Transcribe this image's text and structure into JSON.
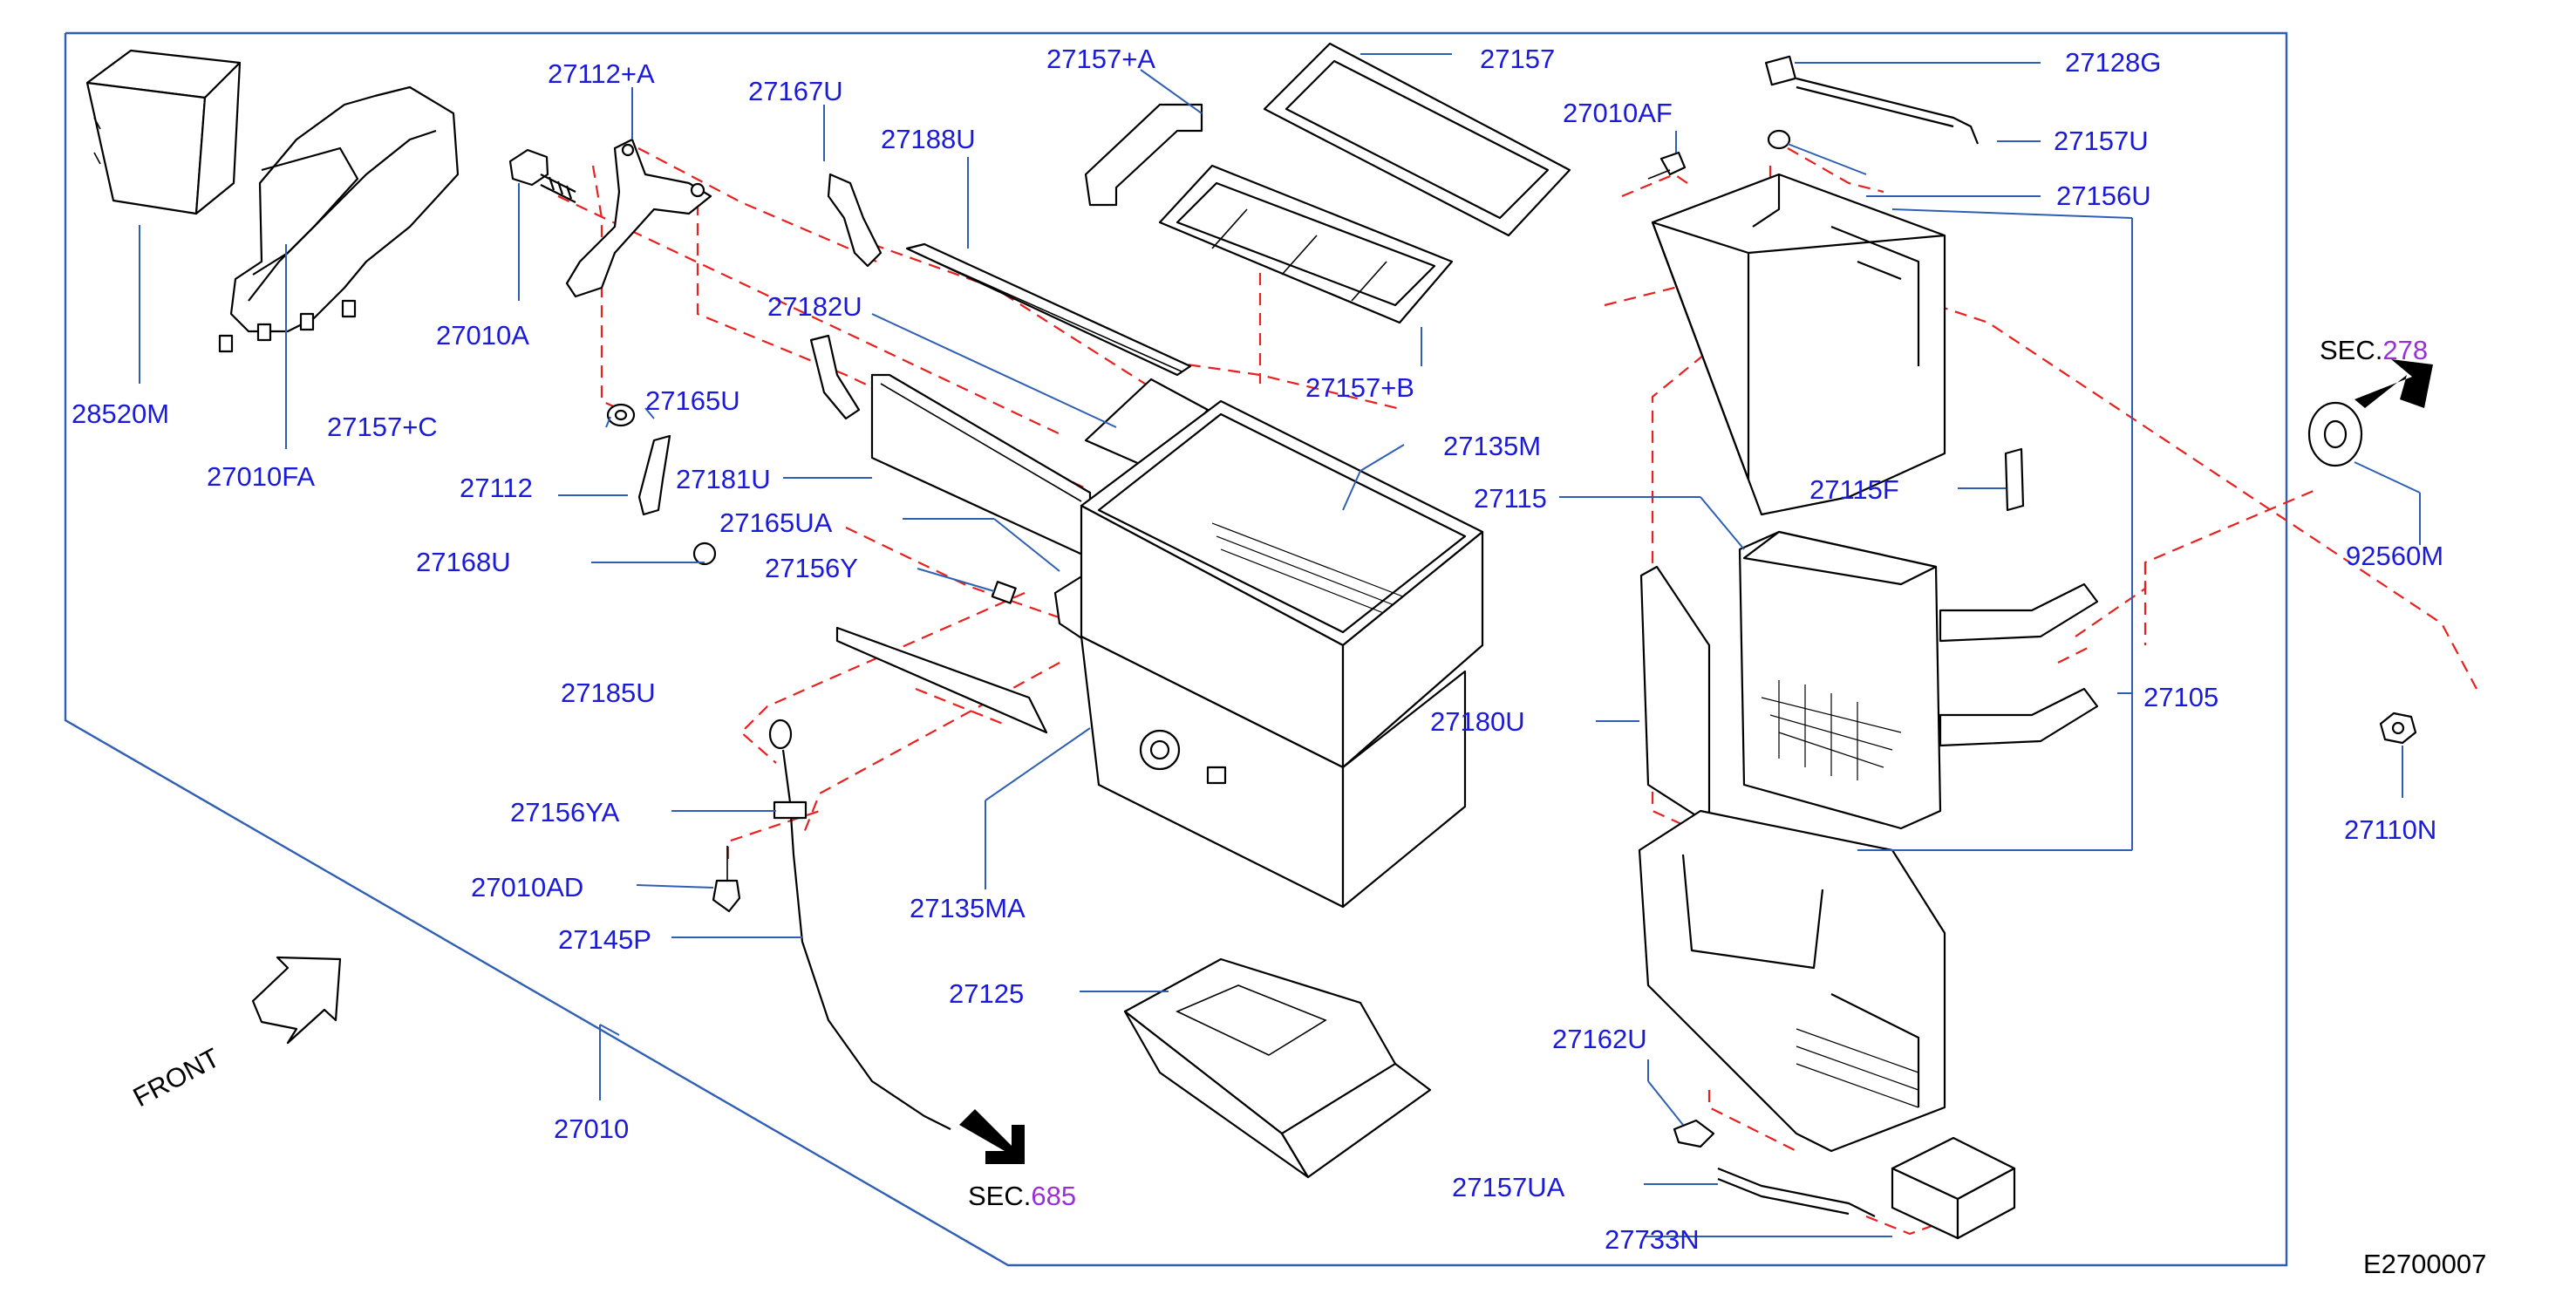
{
  "labels": {
    "p27112A": "27112+A",
    "p27167U": "27167U",
    "p27157A": "27157+A",
    "p27157": "27157",
    "p27010AF": "27010AF",
    "p27128G": "27128G",
    "p27188U": "27188U",
    "p27157U": "27157U",
    "p27156U": "27156U",
    "p27010A": "27010A",
    "p27182U": "27182U",
    "p28520M": "28520M",
    "p27157B": "27157+B",
    "p27157C": "27157+C",
    "p27165U": "27165U",
    "p27135M": "27135M",
    "p27010FA": "27010FA",
    "p27112": "27112",
    "p27181U": "27181U",
    "p27115": "27115",
    "p27115F": "27115F",
    "p27165UA": "27165UA",
    "p27168U": "27168U",
    "p27156Y": "27156Y",
    "p27185U": "27185U",
    "p27180U": "27180U",
    "p27105": "27105",
    "p27156YA": "27156YA",
    "p27010AD": "27010AD",
    "p27135MA": "27135MA",
    "p27145P": "27145P",
    "p27125": "27125",
    "p27162U": "27162U",
    "p27010": "27010",
    "p27157UA": "27157UA",
    "p27733N": "27733N",
    "p92560M": "92560M",
    "p27110N": "27110N"
  },
  "sections": {
    "sec278": {
      "prefix": "SEC.",
      "number": "278"
    },
    "sec685": {
      "prefix": "SEC.",
      "number": "685"
    }
  },
  "front_label": "FRONT",
  "diagram_code": "E2700007",
  "colors": {
    "label": "#1a1ad8",
    "leader": "#2f5fb3",
    "dash": "#e8201e",
    "section_number": "#9b2fd6"
  }
}
